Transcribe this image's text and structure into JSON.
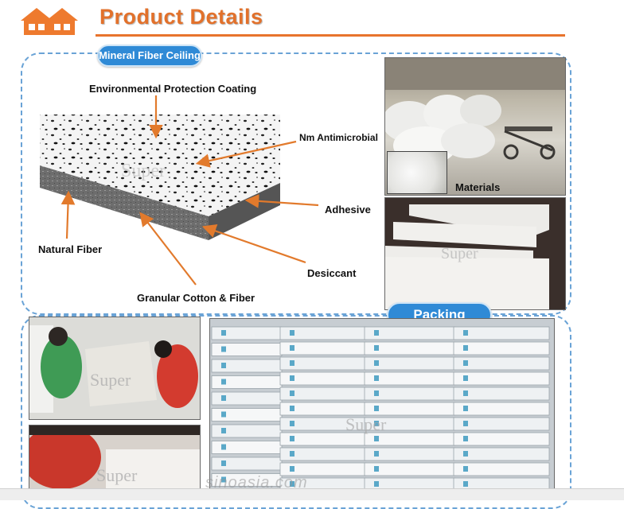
{
  "header": {
    "title": "Product Details"
  },
  "panels": {
    "top_pill": "Mineral Fiber Ceiling",
    "bottom_pill": "Packing"
  },
  "diagram": {
    "labels": {
      "coating": "Environmental Protection Coating",
      "antimicrobial": "Nm Antimicrobial",
      "adhesive": "Adhesive",
      "natural_fiber": "Natural Fiber",
      "desiccant": "Desiccant",
      "granular": "Granular Cotton & Fiber"
    },
    "watermark": "Super",
    "arrow_color": "#e27a2c"
  },
  "photos": {
    "materials_label": "Materials",
    "watermark": "Super"
  },
  "footer": {
    "watermark": "sinoasia.com"
  },
  "colors": {
    "accent_orange": "#e2712b",
    "accent_blue": "#2f8ad6"
  }
}
